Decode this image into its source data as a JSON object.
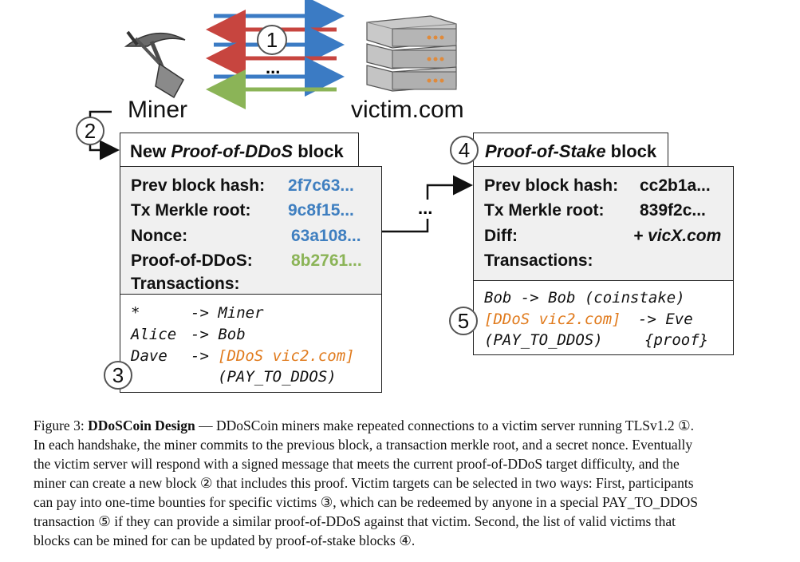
{
  "diagram": {
    "actors": {
      "miner": "Miner",
      "victim": "victim.com"
    },
    "ellipsis": "...",
    "step_markers": [
      "1",
      "2",
      "3",
      "4",
      "5"
    ],
    "colors": {
      "blue": "#3b7bc4",
      "red": "#c7453f",
      "green": "#8bb457",
      "orange": "#e07a1c",
      "value_blue": "#3f7fc0"
    },
    "pod_block": {
      "title_prefix": "New ",
      "title_em": "Proof-of-DDoS",
      "title_suffix": " block",
      "fields": {
        "prev_hash": {
          "label": "Prev block hash:",
          "value": "2f7c63..."
        },
        "merkle": {
          "label": "Tx Merkle root:",
          "value": "9c8f15..."
        },
        "nonce": {
          "label": "Nonce:",
          "value": "63a108..."
        },
        "pod": {
          "label": "Proof-of-DDoS:",
          "value": "8b2761..."
        },
        "transactions": {
          "label": "Transactions:"
        }
      },
      "transactions": {
        "row1_from": "*",
        "row1_to": "-> Miner",
        "row2_from": "Alice",
        "row2_to": "-> Bob",
        "row3_from": "Dave",
        "row3_arrow": "->",
        "row3_ddos": "[DDoS vic2.com]",
        "row4": "(PAY_TO_DDOS)"
      }
    },
    "pos_block": {
      "title_em": "Proof-of-Stake",
      "title_suffix": " block",
      "fields": {
        "prev_hash": {
          "label": "Prev block hash:",
          "value": "cc2b1a..."
        },
        "merkle": {
          "label": "Tx Merkle root:",
          "value": "839f2c..."
        },
        "diff": {
          "label": "Diff:",
          "value": "+ vicX.com"
        },
        "transactions": {
          "label": "Transactions:"
        }
      },
      "transactions": {
        "row1": "Bob -> Bob (coinstake)",
        "row2_ddos": "[DDoS vic2.com]",
        "row2_rest": "-> Eve",
        "row3_left": "(PAY_TO_DDOS)",
        "row3_right": "{proof}"
      }
    }
  },
  "caption": {
    "label": "Figure 3: ",
    "title": "DDoSCoin Design",
    "lines": [
      "— DDoSCoin miners make repeated connections to a victim server running TLSv1.2 ①.",
      "In each handshake, the miner commits to the previous block, a transaction merkle root, and a secret nonce. Eventually",
      "the victim server will respond with a signed message that meets the current proof-of-DDoS target difficulty, and the",
      "miner can create a new block ② that includes this proof. Victim targets can be selected in two ways: First, participants",
      "can pay into one-time bounties for specific victims ③, which can be redeemed by anyone in a special PAY_TO_DDOS",
      "transaction ⑤ if they can provide a similar proof-of-DDoS against that victim. Second, the list of valid victims that",
      "blocks can be mined for can be updated by proof-of-stake blocks ④."
    ]
  }
}
